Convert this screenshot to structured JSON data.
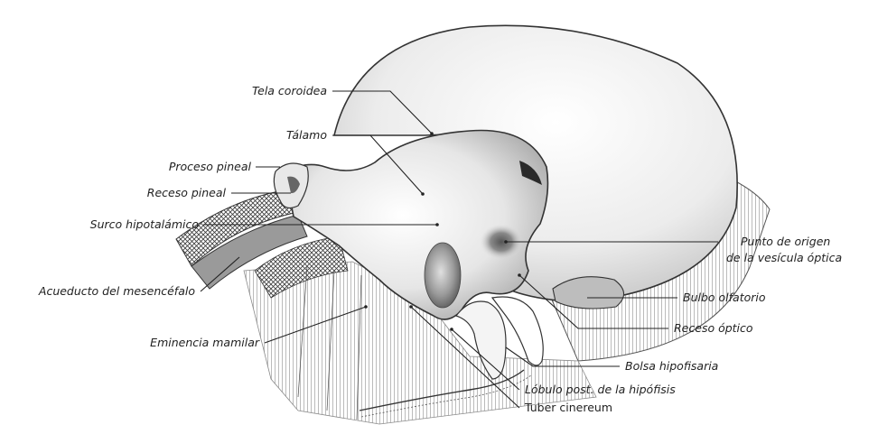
{
  "labels": {
    "tela_coroidea": "Tela coroidea",
    "talamo": "Tálamo",
    "proceso_pineal": "Proceso pineal",
    "receso_pineal": "Receso pineal",
    "surco_hipotalamico": "Surco hipotalámico",
    "acueducto": "Acueducto del mesencéfalo",
    "eminencia_mamilar": "Eminencia mamilar",
    "punto_origen_line1": "Punto de origen",
    "punto_origen_line2": "de la vesícula óptica",
    "bulbo_olfatorio": "Bulbo olfatorio",
    "receso_optico": "Receso óptico",
    "bolsa_hipofisaria": "Bolsa hipofisaria",
    "lobulo_post": "Lóbulo post. de la hipófisis",
    "tuber_cinereum": "Tuber cinereum"
  },
  "colors": {
    "ink": "#222222",
    "tissue_light": "#f2f2f2",
    "tissue_mid": "#cfcfcf",
    "tissue_dark": "#3a3a3a",
    "background": "#ffffff"
  }
}
